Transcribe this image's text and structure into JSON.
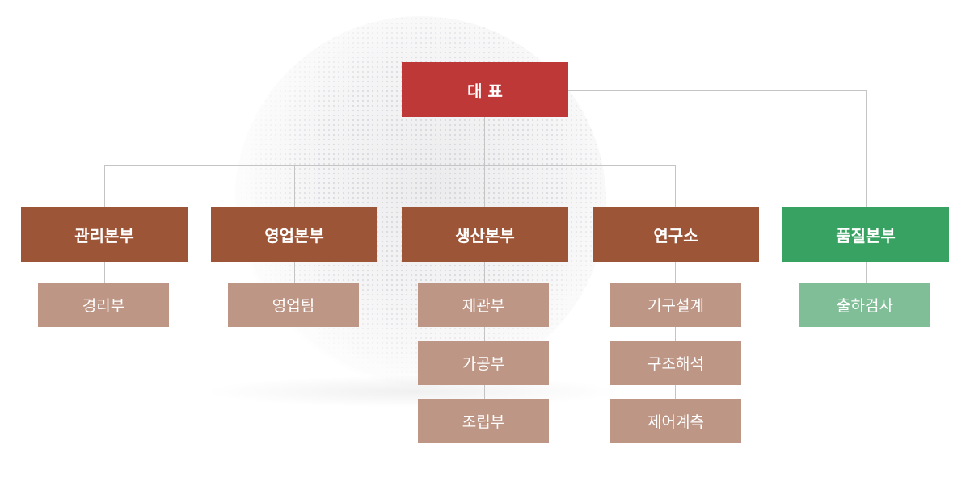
{
  "ceo": {
    "label": "대 표"
  },
  "divisions": [
    {
      "label": "관리본부",
      "teams": [
        "경리부"
      ]
    },
    {
      "label": "영업본부",
      "teams": [
        "영업팀"
      ]
    },
    {
      "label": "생산본부",
      "teams": [
        "제관부",
        "가공부",
        "조립부"
      ]
    },
    {
      "label": "연구소",
      "teams": [
        "기구설계",
        "구조해석",
        "제어계측"
      ]
    },
    {
      "label": "품질본부",
      "teams": [
        "출하검사"
      ]
    }
  ],
  "colors": {
    "ceo": "#be3837",
    "division": "#9d5537",
    "team": "#bd9686",
    "quality": "#38a262",
    "quality_team": "#7fbe96"
  }
}
